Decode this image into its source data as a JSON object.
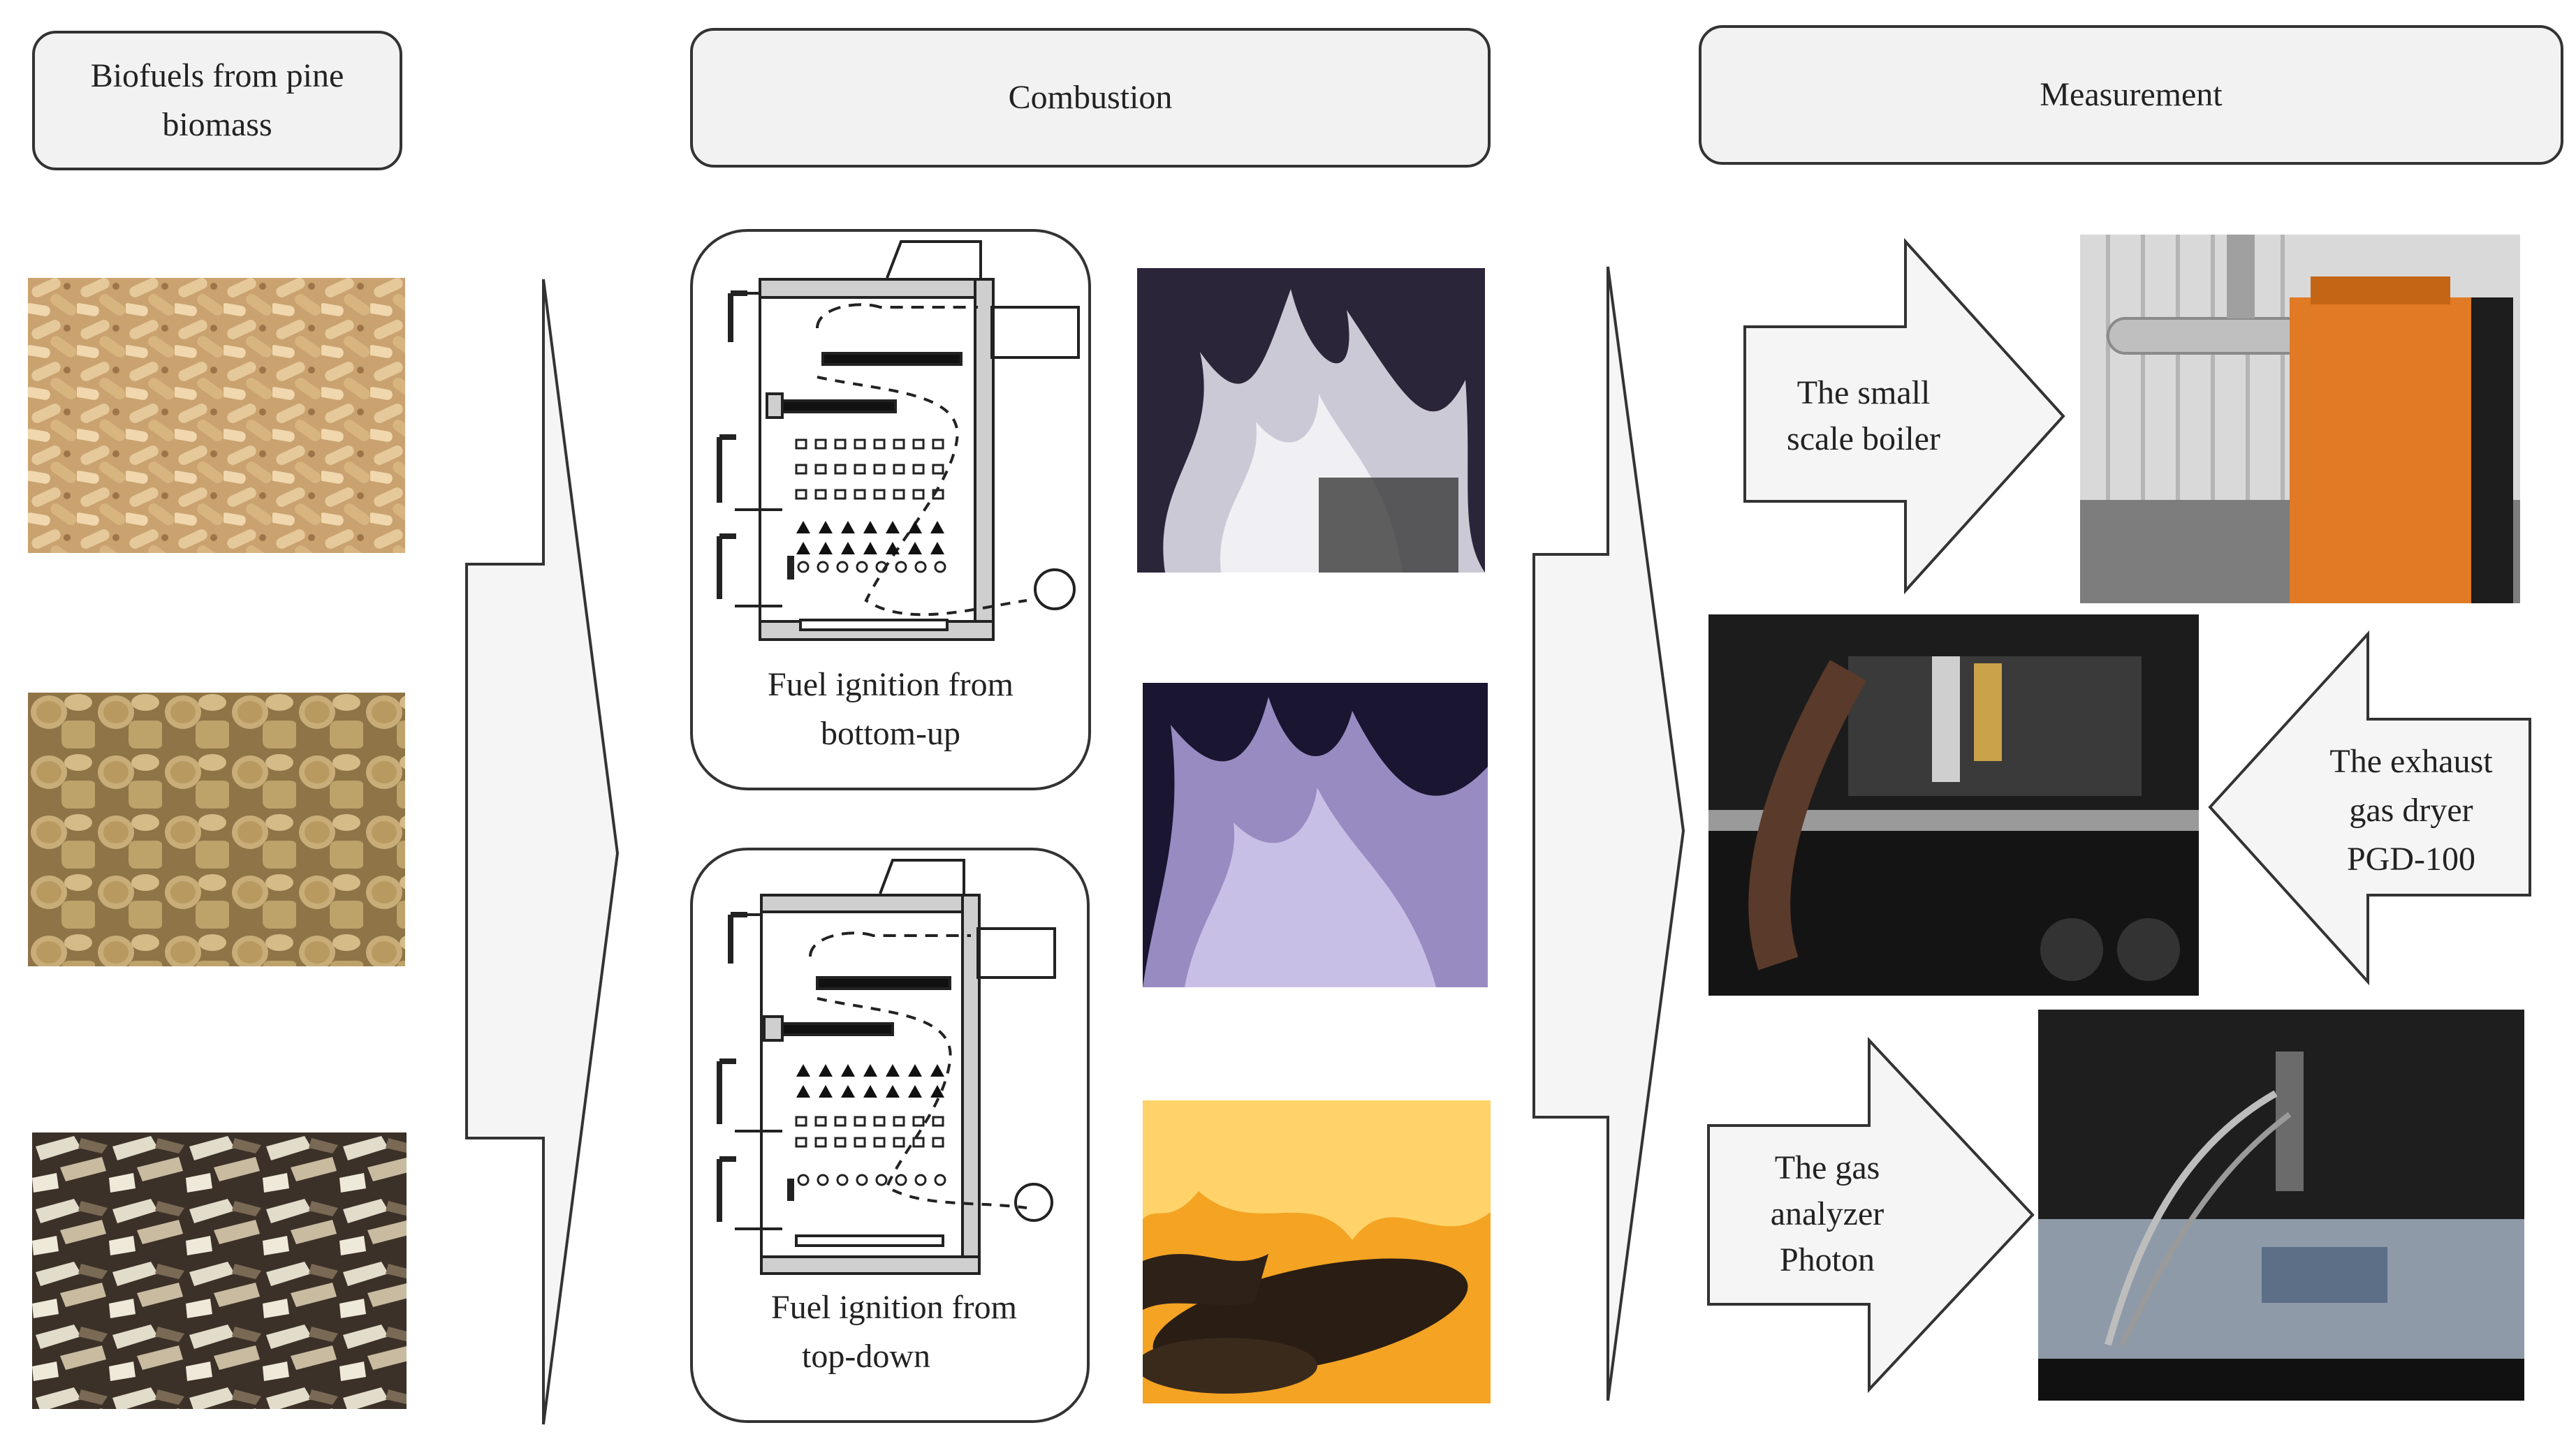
{
  "headers": {
    "biofuels": [
      "Biofuels from pine",
      "biomass"
    ],
    "combustion": "Combustion",
    "measurement": "Measurement"
  },
  "combustion": {
    "bottom_up_caption": [
      "Fuel ignition from",
      "bottom-up"
    ],
    "top_down_caption": [
      "Fuel ignition from",
      "top-down"
    ]
  },
  "measurement": {
    "boiler_label": [
      "The small",
      "scale boiler"
    ],
    "dryer_label": [
      "The exhaust",
      "gas dryer",
      "PGD-100"
    ],
    "analyzer_label": [
      "The gas",
      "analyzer",
      "Photon"
    ]
  },
  "colors": {
    "box_fill": "#f2f2f2",
    "arrow_fill": "#f5f5f5",
    "boiler_orange": "#e07a24",
    "stroke": "#333333"
  }
}
